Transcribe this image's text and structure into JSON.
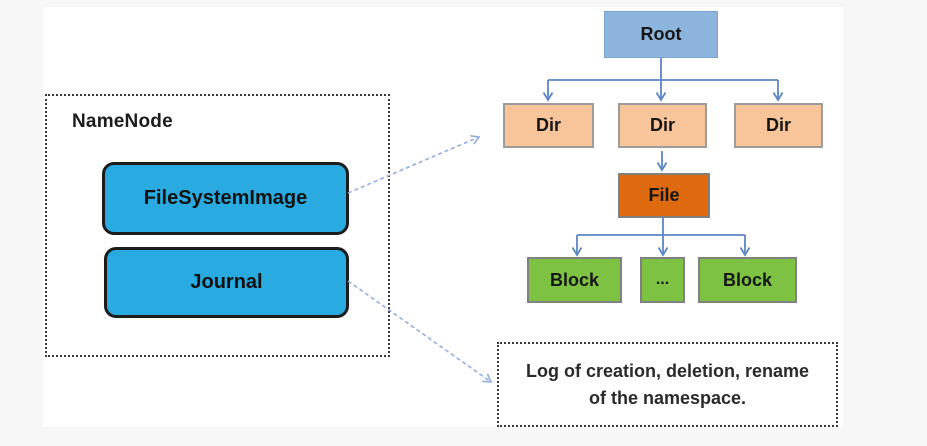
{
  "diagram": {
    "namenode": {
      "title": "NameNode",
      "components": [
        {
          "label": "FileSystemImage"
        },
        {
          "label": "Journal"
        }
      ]
    },
    "tree": {
      "root": {
        "label": "Root"
      },
      "dirs": [
        {
          "label": "Dir"
        },
        {
          "label": "Dir"
        },
        {
          "label": "Dir"
        }
      ],
      "file": {
        "label": "File"
      },
      "blocks": [
        {
          "label": "Block"
        },
        {
          "label": "..."
        },
        {
          "label": "Block"
        }
      ]
    },
    "journal_note": {
      "line1": "Log of creation,  deletion,  rename",
      "line2": "of the namespace."
    },
    "colors": {
      "component_fill": "#29abe2",
      "root_fill": "#8db4dc",
      "root_border": "#7ba4cf",
      "dir_fill": "#f8c499",
      "dir_border": "#9c9c9c",
      "file_fill": "#de690f",
      "block_fill": "#7dc242",
      "node_border": "#808080",
      "tree_arrow": "#5b87c5",
      "link_arrow": "#92afdf"
    }
  }
}
